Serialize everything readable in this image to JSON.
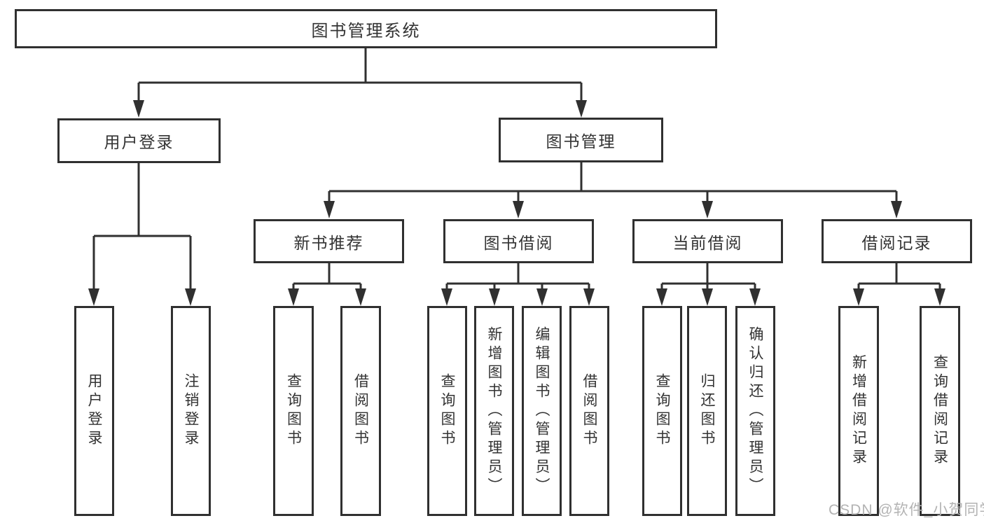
{
  "tree": {
    "label": "图书管理系统",
    "children": [
      {
        "label": "用户登录",
        "children": [
          {
            "label": "用户登录"
          },
          {
            "label": "注销登录"
          }
        ]
      },
      {
        "label": "图书管理",
        "children": [
          {
            "label": "新书推荐",
            "children": [
              {
                "label": "查询图书"
              },
              {
                "label": "借阅图书"
              }
            ]
          },
          {
            "label": "图书借阅",
            "children": [
              {
                "label": "查询图书"
              },
              {
                "label": "新增图书（管理员）"
              },
              {
                "label": "编辑图书（管理员）"
              },
              {
                "label": "借阅图书"
              }
            ]
          },
          {
            "label": "当前借阅",
            "children": [
              {
                "label": "查询图书"
              },
              {
                "label": "归还图书"
              },
              {
                "label": "确认归还（管理员）"
              }
            ]
          },
          {
            "label": "借阅记录",
            "children": [
              {
                "label": "新增借阅记录"
              },
              {
                "label": "查询借阅记录"
              }
            ]
          }
        ]
      }
    ]
  },
  "watermark": "CSDN @软件_小贺同学",
  "colors": {
    "line": "#303030",
    "box_border": "#303030",
    "text": "#333333",
    "background": "#ffffff",
    "watermark": "#b3b3b3"
  }
}
